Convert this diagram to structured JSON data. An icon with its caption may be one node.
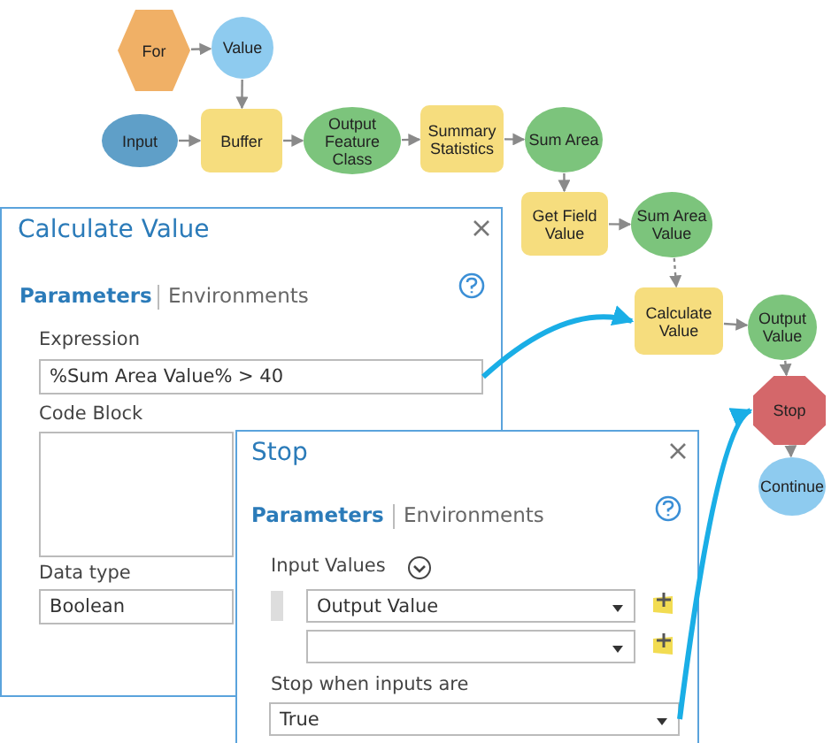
{
  "diagram": {
    "nodes": [
      {
        "text": [
          "For"
        ]
      },
      {
        "text": [
          "Value"
        ]
      },
      {
        "text": [
          "Input"
        ]
      },
      {
        "text": [
          "Buffer"
        ]
      },
      {
        "text": [
          "Output Feature Class"
        ]
      },
      {
        "text": [
          "Summary Statistics"
        ]
      },
      {
        "text": [
          "Sum Area"
        ]
      },
      {
        "text": [
          "Get Field Value"
        ]
      },
      {
        "text": [
          "Sum Area Value"
        ]
      },
      {
        "text": [
          "Calculate Value"
        ]
      },
      {
        "text": [
          "Output Value"
        ]
      },
      {
        "text": [
          "Stop"
        ]
      },
      {
        "text": [
          "Continue"
        ]
      },
      {
        "text": [
          "Calculate Value"
        ]
      },
      {
        "text": [
          "%Sum Area Value% > 40"
        ],
        "in": 13
      },
      {
        "text": [
          "Stop"
        ]
      },
      {
        "text": [
          "True"
        ],
        "in": 15
      },
      {
        "text": [],
        "shape": "box",
        "in": 13
      },
      {
        "text": [
          "Boolean"
        ],
        "in": 13
      },
      {
        "text": [
          "Output Value"
        ],
        "in": 15
      },
      {
        "text": [],
        "shape": "box",
        "in": 15
      }
    ],
    "edges": [
      {
        "from": 0,
        "to": 1,
        "arrow": "to"
      },
      {
        "from": 1,
        "to": 3,
        "arrow": "to"
      },
      {
        "from": 2,
        "to": 3,
        "arrow": "to"
      },
      {
        "from": 3,
        "to": 4,
        "arrow": "to"
      },
      {
        "from": 4,
        "to": 5,
        "arrow": "to"
      },
      {
        "from": 5,
        "to": 6,
        "arrow": "to"
      },
      {
        "from": 6,
        "to": 7,
        "arrow": "to"
      },
      {
        "from": 7,
        "to": 8,
        "arrow": "to"
      },
      {
        "from": 8,
        "to": 9,
        "arrow": "to",
        "style": "dashed"
      },
      {
        "from": 9,
        "to": 10,
        "arrow": "to"
      },
      {
        "from": 10,
        "to": 11,
        "arrow": "to"
      },
      {
        "from": 11,
        "to": 12,
        "arrow": "to"
      },
      {
        "from": 14,
        "to": 9,
        "arrow": "to",
        "style": "thick",
        "color": "#1aaee6"
      },
      {
        "from": 16,
        "to": 11,
        "arrow": "to",
        "style": "thick",
        "color": "#1aaee6"
      }
    ],
    "labels": [
      "Parameters",
      "Environments",
      "Expression",
      "Code Block",
      "Data type",
      "Parameters",
      "Environments",
      "Input Values",
      "Stop when inputs are"
    ]
  }
}
